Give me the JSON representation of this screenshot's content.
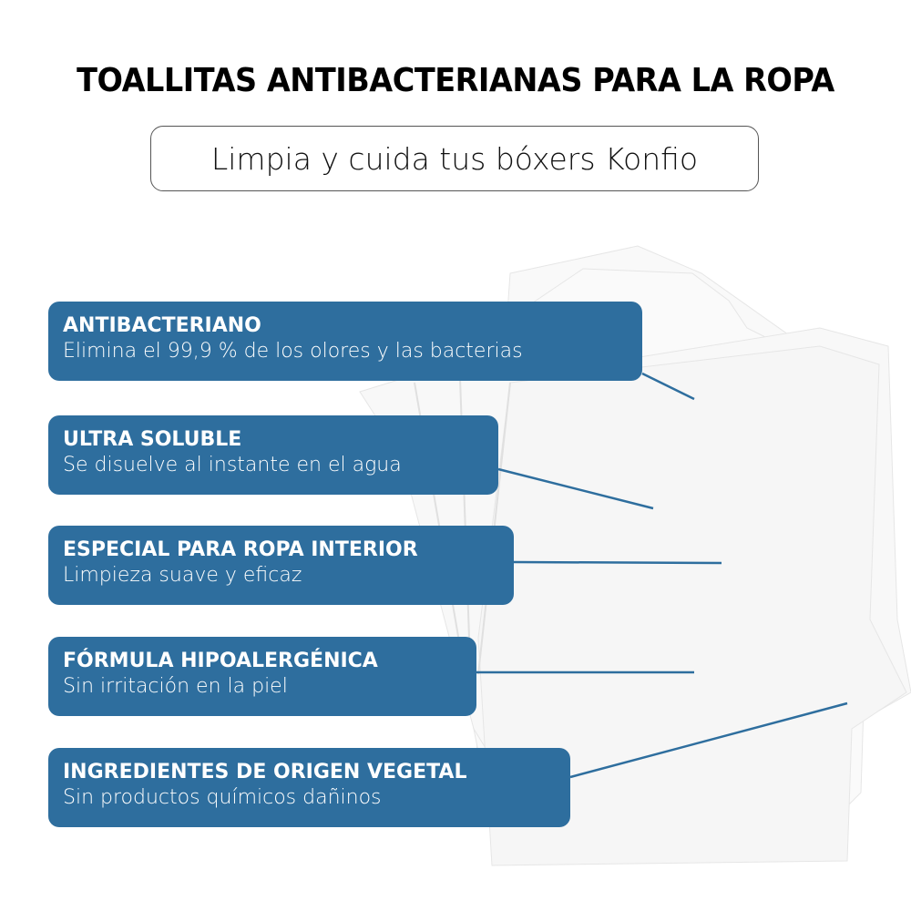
{
  "header": {
    "title": "TOALLITAS ANTIBACTERIANAS PARA LA ROPA",
    "subtitle": "Limpia y cuida tus bóxers Konfio"
  },
  "features": [
    {
      "title": "ANTIBACTERIANO",
      "description": "Elimina el 99,9 % de los olores y las bacterias"
    },
    {
      "title": "ULTRA SOLUBLE",
      "description": "Se disuelve al instante en el agua"
    },
    {
      "title": "ESPECIAL PARA ROPA INTERIOR",
      "description": "Limpieza suave y eficaz"
    },
    {
      "title": "FÓRMULA HIPOALERGÉNICA",
      "description": "Sin irritación en la piel"
    },
    {
      "title": "INGREDIENTES DE ORIGEN VEGETAL",
      "description": "Sin productos químicos dañinos"
    }
  ],
  "colors": {
    "accent": "#2e6e9e",
    "background": "#ffffff",
    "title": "#000000"
  }
}
